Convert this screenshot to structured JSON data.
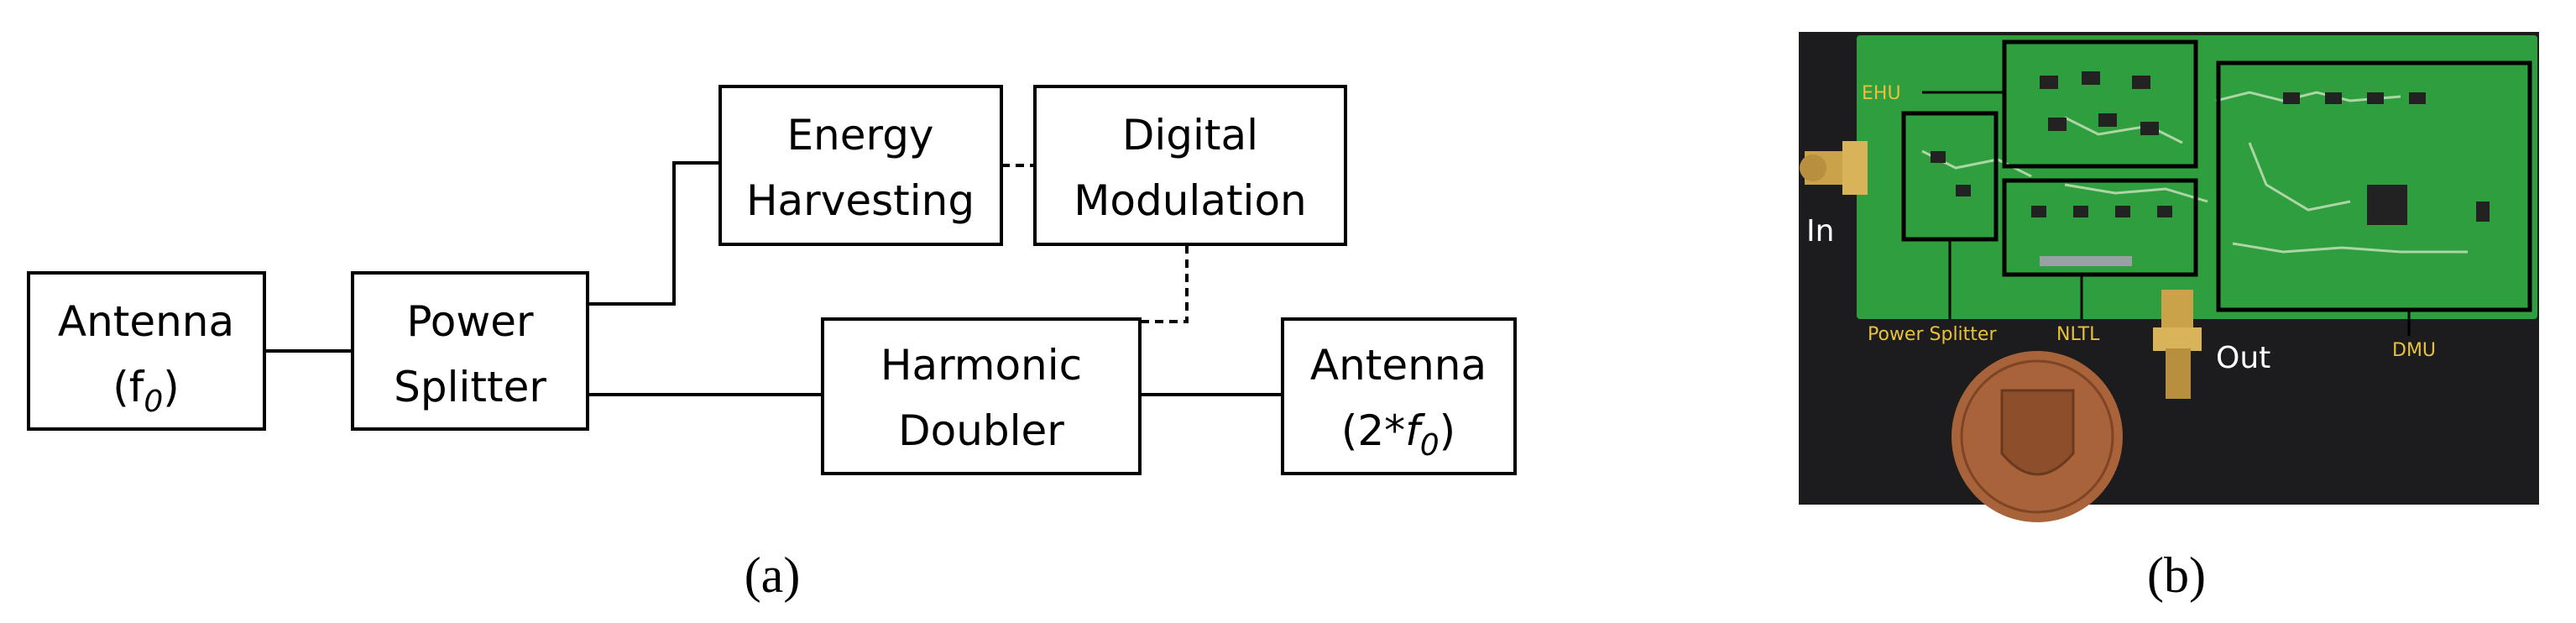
{
  "diagram": {
    "blocks": {
      "antenna_in": [
        "Antenna",
        "(f",
        "0",
        ")"
      ],
      "power_splitter": [
        "Power",
        "Splitter"
      ],
      "energy_harvesting": [
        "Energy",
        "Harvesting"
      ],
      "digital_modulation": [
        "Digital",
        "Modulation"
      ],
      "harmonic_doubler": [
        "Harmonic",
        "Doubler"
      ],
      "antenna_out": [
        "Antenna",
        "(2*",
        "f",
        "0",
        ")"
      ]
    },
    "panel_label": "(a)"
  },
  "photo": {
    "labels": {
      "ehu": "EHU",
      "in": "In",
      "out": "Out",
      "power_splitter": "Power Splitter",
      "nltl": "NLTL",
      "dmu": "DMU"
    },
    "panel_label": "(b)"
  }
}
